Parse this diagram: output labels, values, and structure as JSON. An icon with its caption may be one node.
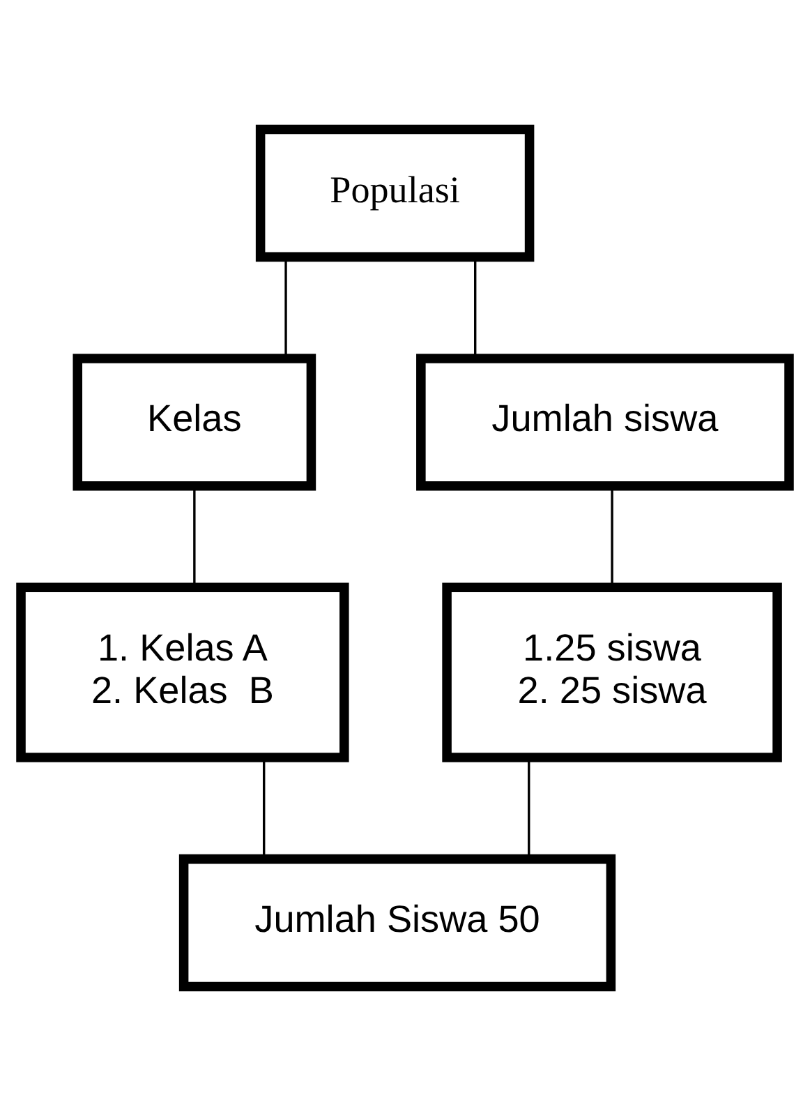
{
  "diagram": {
    "nodes": [
      {
        "text": [
          "Populasi"
        ]
      },
      {
        "text": [
          "Kelas"
        ]
      },
      {
        "text": [
          "Jumlah siswa"
        ]
      },
      {
        "text": [
          "1. Kelas A",
          "2. Kelas  B"
        ]
      },
      {
        "text": [
          "1.25 siswa",
          "2. 25 siswa"
        ]
      },
      {
        "text": [
          "Jumlah Siswa 50"
        ]
      }
    ],
    "edges": [
      {
        "from": 0,
        "to": 1,
        "arrow": "none"
      },
      {
        "from": 0,
        "to": 2,
        "arrow": "none"
      },
      {
        "from": 1,
        "to": 3,
        "arrow": "none"
      },
      {
        "from": 2,
        "to": 4,
        "arrow": "none"
      },
      {
        "from": 3,
        "to": 5,
        "arrow": "none"
      },
      {
        "from": 4,
        "to": 5,
        "arrow": "none"
      }
    ]
  }
}
